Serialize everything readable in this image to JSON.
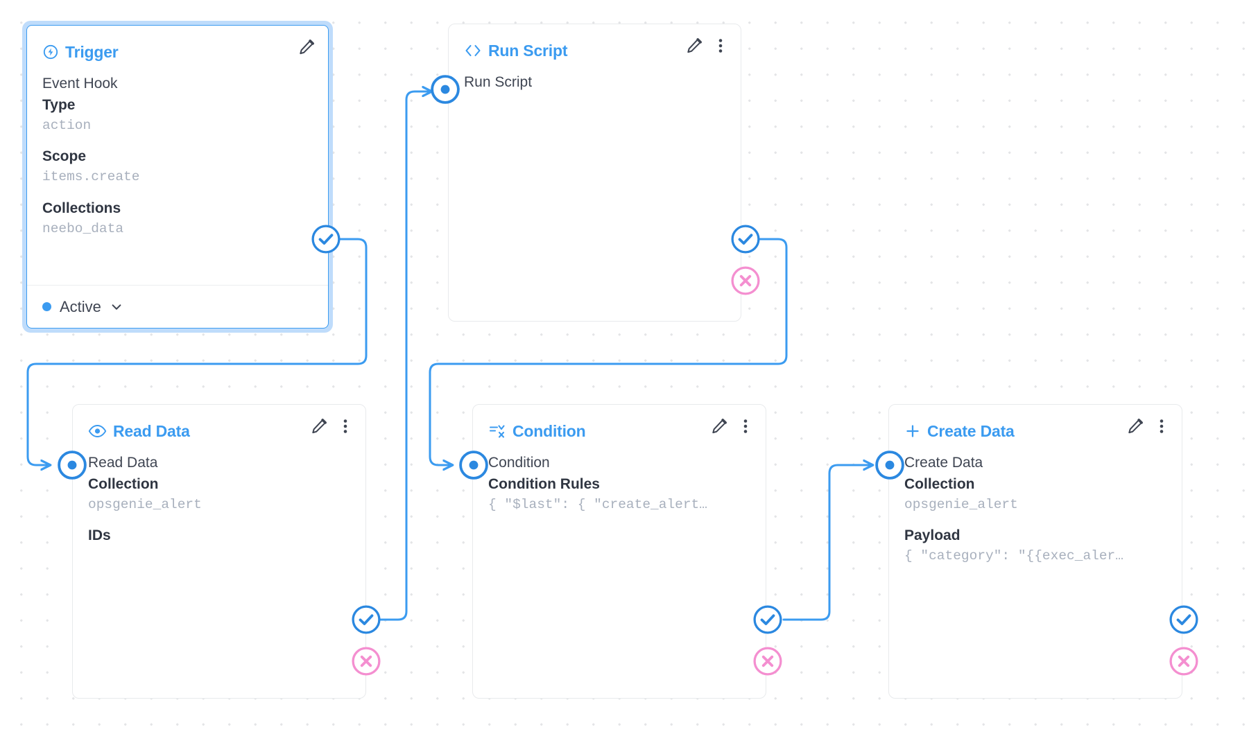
{
  "canvas": {
    "background": "#ffffff",
    "dot_color": "#e4e5e7",
    "accent": "#3b9bf0",
    "reject_color": "#f48fd0",
    "selection_color": "#bfdcfb"
  },
  "nodes": [
    {
      "id": "trigger",
      "title": "Trigger",
      "icon": "lightning-circle-icon",
      "selected": true,
      "operation_name": "Event Hook",
      "fields": [
        {
          "label": "Type",
          "value": "action"
        },
        {
          "label": "Scope",
          "value": "items.create"
        },
        {
          "label": "Collections",
          "value": "neebo_data"
        }
      ],
      "status": {
        "label": "Active",
        "dot": "#3b9bf0",
        "chevron": "chevron-down-icon"
      },
      "actions": [
        "edit-pencil-icon"
      ],
      "ports": {
        "success": true,
        "reject": false,
        "input": false
      }
    },
    {
      "id": "run-script",
      "title": "Run Script",
      "icon": "code-brackets-icon",
      "selected": false,
      "operation_name": "Run Script",
      "fields": [],
      "actions": [
        "edit-pencil-icon",
        "more-vertical-icon"
      ],
      "ports": {
        "success": true,
        "reject": true,
        "input": true
      }
    },
    {
      "id": "read-data",
      "title": "Read Data",
      "icon": "eye-icon",
      "selected": false,
      "operation_name": "Read Data",
      "fields": [
        {
          "label": "Collection",
          "value": "opsgenie_alert"
        },
        {
          "label": "IDs",
          "value": ""
        }
      ],
      "actions": [
        "edit-pencil-icon",
        "more-vertical-icon"
      ],
      "ports": {
        "success": true,
        "reject": true,
        "input": true
      }
    },
    {
      "id": "condition",
      "title": "Condition",
      "icon": "condition-filter-icon",
      "selected": false,
      "operation_name": "Condition",
      "fields": [
        {
          "label": "Condition Rules",
          "value": "{ \"$last\": { \"create_alert…"
        }
      ],
      "actions": [
        "edit-pencil-icon",
        "more-vertical-icon"
      ],
      "ports": {
        "success": true,
        "reject": true,
        "input": true
      }
    },
    {
      "id": "create-data",
      "title": "Create Data",
      "icon": "plus-icon",
      "selected": false,
      "operation_name": "Create Data",
      "fields": [
        {
          "label": "Collection",
          "value": "opsgenie_alert"
        },
        {
          "label": "Payload",
          "value": "{ \"category\": \"{{exec_aler…"
        }
      ],
      "actions": [
        "edit-pencil-icon",
        "more-vertical-icon"
      ],
      "ports": {
        "success": true,
        "reject": true,
        "input": true
      }
    }
  ],
  "edges": [
    {
      "from": "trigger",
      "from_port": "success",
      "to": "read-data",
      "to_port": "input"
    },
    {
      "from": "read-data",
      "from_port": "success",
      "to": "run-script",
      "to_port": "input"
    },
    {
      "from": "run-script",
      "from_port": "success",
      "to": "condition",
      "to_port": "input"
    },
    {
      "from": "condition",
      "from_port": "success",
      "to": "create-data",
      "to_port": "input"
    }
  ]
}
